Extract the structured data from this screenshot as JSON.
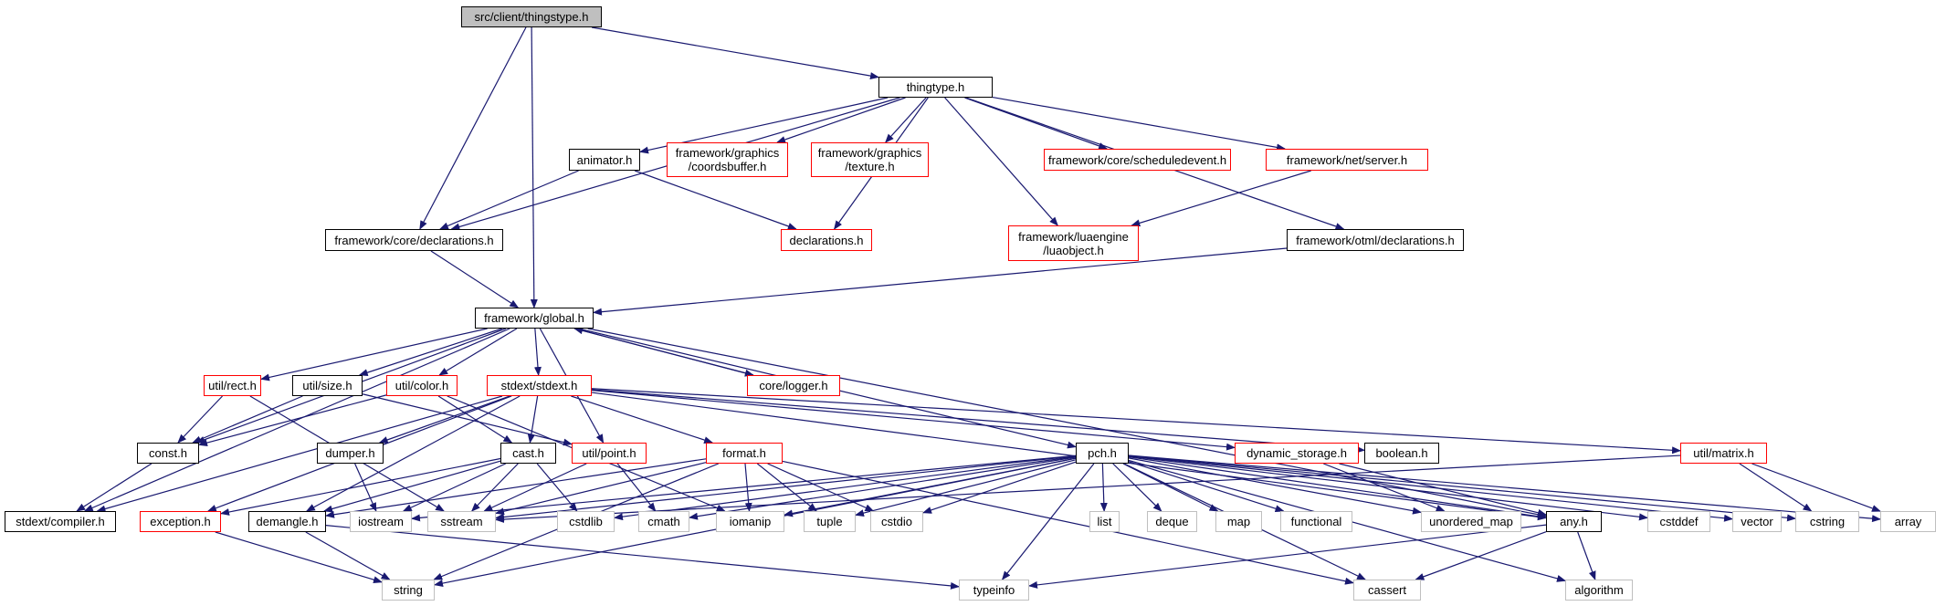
{
  "colors": {
    "edge": "#191970",
    "root_fill": "#bfbfbf",
    "red_border": "#ff0000",
    "gray_border": "#bfbfbf",
    "black_border": "#000000"
  },
  "nodes": [
    {
      "id": "root",
      "label": "src/client/thingstype.h",
      "style": "root"
    },
    {
      "id": "thingtype",
      "label": "thingtype.h",
      "style": "black"
    },
    {
      "id": "animator",
      "label": "animator.h",
      "style": "black"
    },
    {
      "id": "coordsbuffer",
      "label": "framework/graphics\n/coordsbuffer.h",
      "style": "red"
    },
    {
      "id": "texture",
      "label": "framework/graphics\n/texture.h",
      "style": "red"
    },
    {
      "id": "scheduledevent",
      "label": "framework/core/scheduledevent.h",
      "style": "red"
    },
    {
      "id": "server",
      "label": "framework/net/server.h",
      "style": "red"
    },
    {
      "id": "coredecl",
      "label": "framework/core/declarations.h",
      "style": "black"
    },
    {
      "id": "declarations",
      "label": "declarations.h",
      "style": "red"
    },
    {
      "id": "luaobject",
      "label": "framework/luaengine\n/luaobject.h",
      "style": "red"
    },
    {
      "id": "otmldecl",
      "label": "framework/otml/declarations.h",
      "style": "black"
    },
    {
      "id": "global",
      "label": "framework/global.h",
      "style": "black"
    },
    {
      "id": "rect",
      "label": "util/rect.h",
      "style": "red"
    },
    {
      "id": "size",
      "label": "util/size.h",
      "style": "black"
    },
    {
      "id": "color",
      "label": "util/color.h",
      "style": "red"
    },
    {
      "id": "stdext",
      "label": "stdext/stdext.h",
      "style": "red"
    },
    {
      "id": "logger",
      "label": "core/logger.h",
      "style": "red"
    },
    {
      "id": "const",
      "label": "const.h",
      "style": "black"
    },
    {
      "id": "dumper",
      "label": "dumper.h",
      "style": "black"
    },
    {
      "id": "cast",
      "label": "cast.h",
      "style": "black"
    },
    {
      "id": "point",
      "label": "util/point.h",
      "style": "red"
    },
    {
      "id": "format",
      "label": "format.h",
      "style": "red"
    },
    {
      "id": "pch",
      "label": "pch.h",
      "style": "black"
    },
    {
      "id": "dynamic",
      "label": "dynamic_storage.h",
      "style": "red"
    },
    {
      "id": "boolean",
      "label": "boolean.h",
      "style": "black"
    },
    {
      "id": "matrix",
      "label": "util/matrix.h",
      "style": "red"
    },
    {
      "id": "compiler",
      "label": "stdext/compiler.h",
      "style": "black"
    },
    {
      "id": "exception",
      "label": "exception.h",
      "style": "red"
    },
    {
      "id": "demangle",
      "label": "demangle.h",
      "style": "black"
    },
    {
      "id": "iostream",
      "label": "iostream",
      "style": "gray"
    },
    {
      "id": "sstream",
      "label": "sstream",
      "style": "gray"
    },
    {
      "id": "cstdlib",
      "label": "cstdlib",
      "style": "gray"
    },
    {
      "id": "cmath",
      "label": "cmath",
      "style": "gray"
    },
    {
      "id": "iomanip",
      "label": "iomanip",
      "style": "gray"
    },
    {
      "id": "tuple",
      "label": "tuple",
      "style": "gray"
    },
    {
      "id": "cstdio",
      "label": "cstdio",
      "style": "gray"
    },
    {
      "id": "list",
      "label": "list",
      "style": "gray"
    },
    {
      "id": "deque",
      "label": "deque",
      "style": "gray"
    },
    {
      "id": "map",
      "label": "map",
      "style": "gray"
    },
    {
      "id": "functional",
      "label": "functional",
      "style": "gray"
    },
    {
      "id": "unordered",
      "label": "unordered_map",
      "style": "gray"
    },
    {
      "id": "any",
      "label": "any.h",
      "style": "black"
    },
    {
      "id": "cstddef",
      "label": "cstddef",
      "style": "gray"
    },
    {
      "id": "vector",
      "label": "vector",
      "style": "gray"
    },
    {
      "id": "cstring",
      "label": "cstring",
      "style": "gray"
    },
    {
      "id": "array",
      "label": "array",
      "style": "gray"
    },
    {
      "id": "string",
      "label": "string",
      "style": "gray"
    },
    {
      "id": "typeinfo",
      "label": "typeinfo",
      "style": "gray"
    },
    {
      "id": "cassert",
      "label": "cassert",
      "style": "gray"
    },
    {
      "id": "algorithm",
      "label": "algorithm",
      "style": "gray"
    }
  ],
  "edges": [
    [
      "root",
      "thingtype"
    ],
    [
      "root",
      "coredecl"
    ],
    [
      "root",
      "global"
    ],
    [
      "thingtype",
      "coredecl"
    ],
    [
      "thingtype",
      "animator"
    ],
    [
      "thingtype",
      "coordsbuffer"
    ],
    [
      "thingtype",
      "texture"
    ],
    [
      "thingtype",
      "declarations"
    ],
    [
      "thingtype",
      "scheduledevent"
    ],
    [
      "thingtype",
      "server"
    ],
    [
      "thingtype",
      "luaobject"
    ],
    [
      "thingtype",
      "otmldecl"
    ],
    [
      "animator",
      "coredecl"
    ],
    [
      "animator",
      "declarations"
    ],
    [
      "server",
      "luaobject"
    ],
    [
      "coredecl",
      "global"
    ],
    [
      "otmldecl",
      "global"
    ],
    [
      "global",
      "compiler"
    ],
    [
      "global",
      "const"
    ],
    [
      "global",
      "rect"
    ],
    [
      "global",
      "size"
    ],
    [
      "global",
      "color"
    ],
    [
      "global",
      "stdext"
    ],
    [
      "global",
      "point"
    ],
    [
      "global",
      "logger"
    ],
    [
      "global",
      "pch"
    ],
    [
      "global",
      "any"
    ],
    [
      "logger",
      "global"
    ],
    [
      "rect",
      "const"
    ],
    [
      "rect",
      "sstream"
    ],
    [
      "size",
      "const"
    ],
    [
      "size",
      "point"
    ],
    [
      "color",
      "const"
    ],
    [
      "color",
      "cast"
    ],
    [
      "color",
      "iomanip"
    ],
    [
      "const",
      "compiler"
    ],
    [
      "stdext",
      "compiler"
    ],
    [
      "stdext",
      "exception"
    ],
    [
      "stdext",
      "dumper"
    ],
    [
      "stdext",
      "cast"
    ],
    [
      "stdext",
      "demangle"
    ],
    [
      "stdext",
      "format"
    ],
    [
      "stdext",
      "dynamic"
    ],
    [
      "stdext",
      "boolean"
    ],
    [
      "stdext",
      "matrix"
    ],
    [
      "stdext",
      "any"
    ],
    [
      "dumper",
      "iostream"
    ],
    [
      "cast",
      "exception"
    ],
    [
      "cast",
      "demangle"
    ],
    [
      "cast",
      "iostream"
    ],
    [
      "cast",
      "sstream"
    ],
    [
      "cast",
      "cstdlib"
    ],
    [
      "point",
      "sstream"
    ],
    [
      "point",
      "cmath"
    ],
    [
      "format",
      "demangle"
    ],
    [
      "format",
      "string"
    ],
    [
      "format",
      "sstream"
    ],
    [
      "format",
      "iomanip"
    ],
    [
      "format",
      "tuple"
    ],
    [
      "format",
      "cstdio"
    ],
    [
      "format",
      "cassert"
    ],
    [
      "pch",
      "iostream"
    ],
    [
      "pch",
      "sstream"
    ],
    [
      "pch",
      "cstdlib"
    ],
    [
      "pch",
      "cmath"
    ],
    [
      "pch",
      "iomanip"
    ],
    [
      "pch",
      "tuple"
    ],
    [
      "pch",
      "cstdio"
    ],
    [
      "pch",
      "list"
    ],
    [
      "pch",
      "deque"
    ],
    [
      "pch",
      "map"
    ],
    [
      "pch",
      "functional"
    ],
    [
      "pch",
      "unordered"
    ],
    [
      "pch",
      "any"
    ],
    [
      "pch",
      "cstddef"
    ],
    [
      "pch",
      "vector"
    ],
    [
      "pch",
      "cstring"
    ],
    [
      "pch",
      "array"
    ],
    [
      "pch",
      "string"
    ],
    [
      "pch",
      "typeinfo"
    ],
    [
      "pch",
      "cassert"
    ],
    [
      "pch",
      "algorithm"
    ],
    [
      "dynamic",
      "unordered"
    ],
    [
      "dynamic",
      "any"
    ],
    [
      "matrix",
      "cstring"
    ],
    [
      "matrix",
      "array"
    ],
    [
      "matrix",
      "sstream"
    ],
    [
      "exception",
      "string"
    ],
    [
      "demangle",
      "string"
    ],
    [
      "demangle",
      "typeinfo"
    ],
    [
      "any",
      "typeinfo"
    ],
    [
      "any",
      "cassert"
    ],
    [
      "any",
      "algorithm"
    ]
  ]
}
